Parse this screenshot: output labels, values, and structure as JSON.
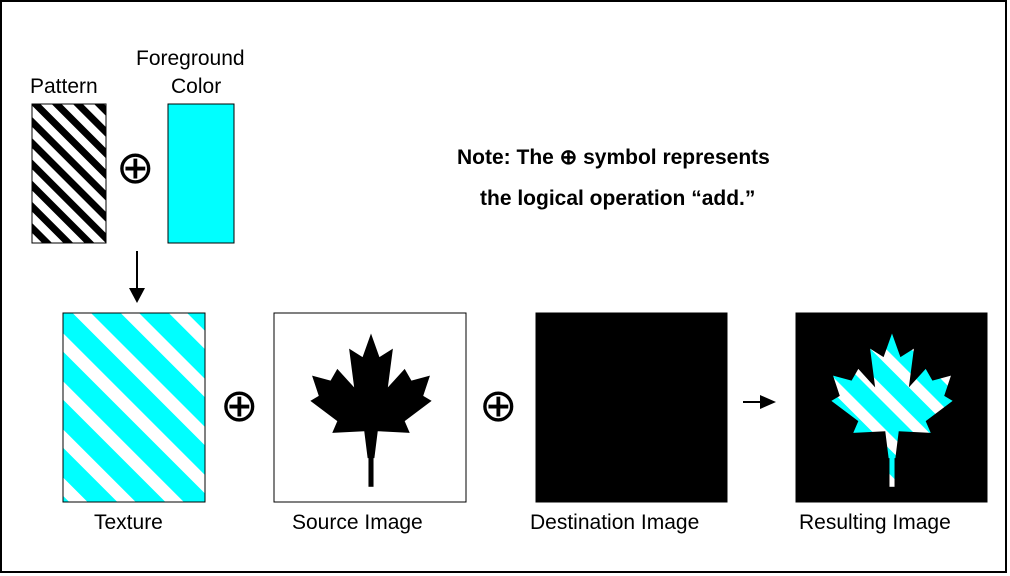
{
  "labels": {
    "pattern": "Pattern",
    "foreground_line1": "Foreground",
    "foreground_line2": "Color",
    "texture": "Texture",
    "source": "Source Image",
    "destination": "Destination Image",
    "resulting": "Resulting Image"
  },
  "note": {
    "line1": "Note: The ⊕ symbol represents",
    "line2": "the logical operation “add.”"
  },
  "symbols": {
    "add": "⊕",
    "arrow_down": "down-arrow-icon",
    "arrow_right": "right-arrow-icon"
  },
  "colors": {
    "foreground": "#00ffff",
    "pattern_bg": "#000000",
    "pattern_stripe": "#ffffff",
    "destination": "#000000",
    "source_shape": "#000000"
  }
}
